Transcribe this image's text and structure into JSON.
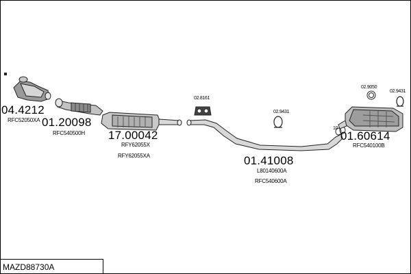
{
  "reference": "MAZD88730A",
  "parts": [
    {
      "number": "04.4212",
      "codes": [
        "RFC52050XA"
      ]
    },
    {
      "number": "01.20098",
      "codes": [
        "RFC540500H"
      ]
    },
    {
      "number": "17.00042",
      "codes": [
        "RFY62055X",
        "RFY62055XA"
      ]
    },
    {
      "number": "02.8161",
      "codes": []
    },
    {
      "number": "02.9431",
      "codes": []
    },
    {
      "number": "01.41008",
      "codes": [
        "L80140600A",
        "RFC540600A"
      ]
    },
    {
      "number": "02.9050",
      "codes": []
    },
    {
      "number": "02.9431",
      "codes": []
    },
    {
      "number": "01.60614",
      "codes": [
        "RFC540100B"
      ]
    }
  ],
  "misc_labels": [
    "10"
  ]
}
